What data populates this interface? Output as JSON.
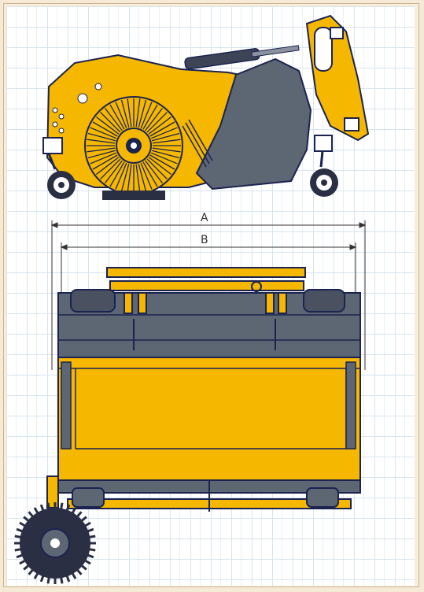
{
  "dimensions": {
    "a_label": "A",
    "b_label": "B"
  },
  "colors": {
    "machine_yellow": "#f5b700",
    "machine_gray": "#5d6673",
    "outline_navy": "#1b2350",
    "grid_line": "#d7e5ef",
    "paper": "#f8eddb"
  },
  "views": [
    "side-view",
    "top-view"
  ]
}
